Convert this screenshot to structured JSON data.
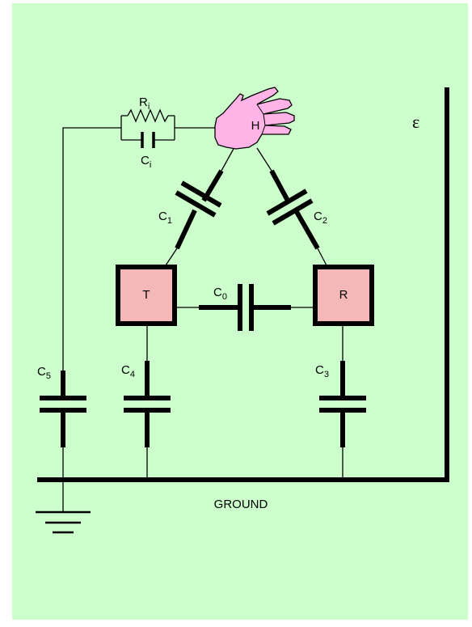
{
  "colors": {
    "background": "#ccffcc",
    "box_fill": "#f5b8b8",
    "hand_fill": "#ffb3e6",
    "line": "#000000"
  },
  "labels": {
    "hand": "H",
    "transmitter": "T",
    "receiver": "R",
    "ground": "GROUND",
    "epsilon": "ε",
    "ri_main": "R",
    "ri_sub": "i",
    "ci_main": "C",
    "ci_sub": "i",
    "c0_main": "C",
    "c0_sub": "0",
    "c1_main": "C",
    "c1_sub": "1",
    "c2_main": "C",
    "c2_sub": "2",
    "c3_main": "C",
    "c3_sub": "3",
    "c4_main": "C",
    "c4_sub": "4",
    "c5_main": "C",
    "c5_sub": "5"
  }
}
